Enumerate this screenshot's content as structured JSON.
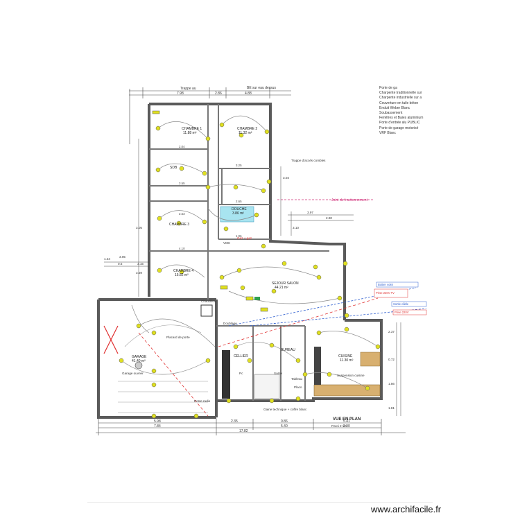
{
  "plan": {
    "top_dims": [
      "7.98",
      "2.86",
      "4.88"
    ],
    "top_right_note": "BE sur eau dessus",
    "top_left_note": "Trappe au",
    "left_dims": [
      "1.24",
      "3.05",
      "3.15",
      "0.5"
    ],
    "bottom_dims_row1": [
      "5.98",
      "2.35",
      "0.86",
      "5.41"
    ],
    "bottom_dims_row2": [
      "7.84",
      "5.40",
      "2.90"
    ],
    "bottom_total": "17.82",
    "right_dims": [
      "2.37",
      "0.72",
      "1.56",
      "1.81"
    ],
    "mid_dims": [
      "3.97",
      "2.90"
    ],
    "side_dims": [
      "3.04",
      "3.10",
      "3.59",
      "3.05"
    ],
    "view_label": "VUE EN PLAN",
    "bottom_label": "Paroi 2 XA",
    "joint_label": "Joint de fractionnement",
    "gas_label": "Gaz + gaz",
    "rooms": [
      {
        "name": "CHAMBRE 1",
        "sub": "11.88 m²"
      },
      {
        "name": "CHAMBRE 2",
        "sub": "11.32 m²"
      },
      {
        "name": "SDB",
        "sub": ""
      },
      {
        "name": "CHAMBRE 3",
        "sub": ""
      },
      {
        "name": "CHAMBRE 4",
        "sub": "15.82 m²"
      },
      {
        "name": "DOUCHE",
        "sub": "3.86 m²"
      },
      {
        "name": "SEJOUR SALON",
        "sub": "44.21 m²"
      },
      {
        "name": "CUISINE",
        "sub": "11.30 m²"
      },
      {
        "name": "CELLIER",
        "sub": ""
      },
      {
        "name": "GARAGE",
        "sub": "41.40 m²"
      },
      {
        "name": "BUREAU",
        "sub": ""
      }
    ],
    "notes": {
      "trappe_combles": "Trappe d'accès combles",
      "placard_porte": "Placard de porte",
      "chaudiere": "Chaudière",
      "vmc": "VMC",
      "doublage": "Doublage",
      "garage_ouvrier": "Garage ouvrier",
      "poste_radio": "Poste radio",
      "pc": "Pc",
      "sortie": "Sortie",
      "tableau": "Tableau",
      "placo": "Placo",
      "suspension_cuisine": "Suspension cuisine",
      "bottom_center": "Gaine technique + coffre blanc",
      "red_note_1": "Prise 220V TV",
      "red_note_2": "Prise 220V",
      "blue_note_1": "Boitier volet",
      "blue_note_2": "Sortie câble"
    },
    "dim_col": [
      "2.04",
      "3.55",
      "2.53",
      "4.10",
      "3.25",
      "2.65",
      "1.06"
    ]
  },
  "legend": {
    "items": [
      "Porte de ga",
      "Charpente traditionnelle sur",
      "Charpente industrielle sur a",
      "Couverture en tuile béton",
      "Enduit Weber Blanc",
      "Soubassement",
      "Fenêtres et Baies aluminium",
      "Porte d'entrée alu PUBLIC",
      "Porte de garage motorisé",
      "VRF Blanc"
    ]
  },
  "footer": {
    "site": "www.archifacile.fr"
  },
  "colors": {
    "wall": "#666666",
    "wire": "#8a8a8a",
    "dim": "#444444",
    "pink_note": "#d0307a",
    "red_note": "#e03030",
    "blue_note": "#3060d0",
    "fixture": "#e0e020",
    "water": "#a8e4f0",
    "counter": "#d8b070"
  }
}
